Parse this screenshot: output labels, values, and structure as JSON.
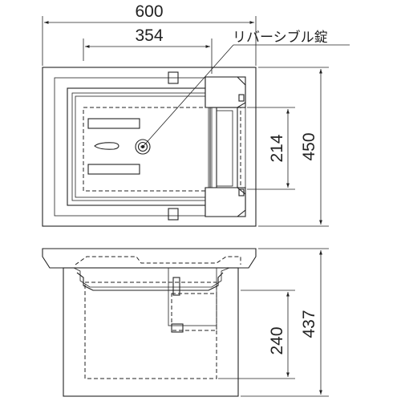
{
  "title": "",
  "callout": {
    "lock_label": "リバーシブル錠"
  },
  "dimensions": {
    "overall_width": "600",
    "inner_width": "354",
    "overall_height": "450",
    "inner_height": "214",
    "section_depth": "437",
    "section_inner_depth": "240"
  }
}
